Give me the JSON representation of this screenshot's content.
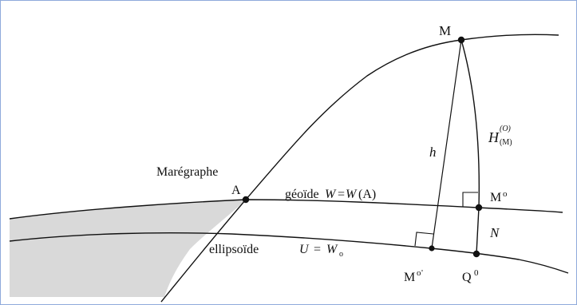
{
  "labels": {
    "M": "M",
    "maregraphe": "Marégraphe",
    "A": "A",
    "h": "h",
    "H": "H",
    "H_sup": "(O)",
    "H_sub": "(M)",
    "geoide_word": "géoïde",
    "geoide_W": "W",
    "geoide_eq": "=",
    "geoide_W2": "W",
    "geoide_A": "(A)",
    "M0": "M",
    "M0_sup": "o",
    "N": "N",
    "ellipsoide": "ellipsoïde",
    "U": "U",
    "U_eq": "=",
    "W0": "W",
    "W0_sub": "o",
    "M0prime": "M",
    "M0prime_sup": "o",
    "M0prime_prime": "'",
    "Q0": "Q",
    "Q0_sup": "0"
  },
  "colors": {
    "line": "#111111",
    "sea": "#d9d9d9",
    "frame": "#8eaadb"
  }
}
